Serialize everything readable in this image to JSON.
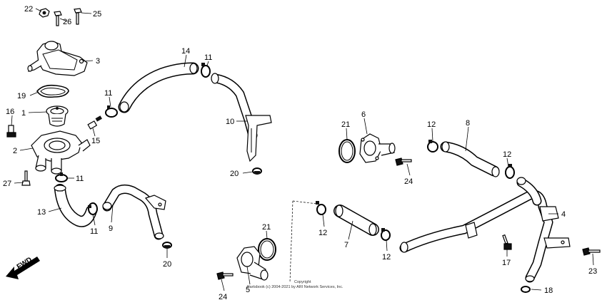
{
  "diagram": {
    "direction_label": "FWD",
    "copyright_line1": "Copyright",
    "copyright_line2": "Partsbook (c) 2004-2021 by ARI Network Services, Inc.",
    "callouts": {
      "c1": "1",
      "c2": "2",
      "c3": "3",
      "c4": "4",
      "c5": "5",
      "c6": "6",
      "c7": "7",
      "c8": "8",
      "c9": "9",
      "c10": "10",
      "c11a": "11",
      "c11b": "11",
      "c11c": "11",
      "c11d": "11",
      "c12a": "12",
      "c12b": "12",
      "c12c": "12",
      "c12d": "12",
      "c13": "13",
      "c14": "14",
      "c15": "15",
      "c16": "16",
      "c17": "17",
      "c18": "18",
      "c19": "19",
      "c20a": "20",
      "c20b": "20",
      "c21a": "21",
      "c21b": "21",
      "c22": "22",
      "c23": "23",
      "c24a": "24",
      "c24b": "24",
      "c25": "25",
      "c26": "26",
      "c27": "27"
    }
  }
}
